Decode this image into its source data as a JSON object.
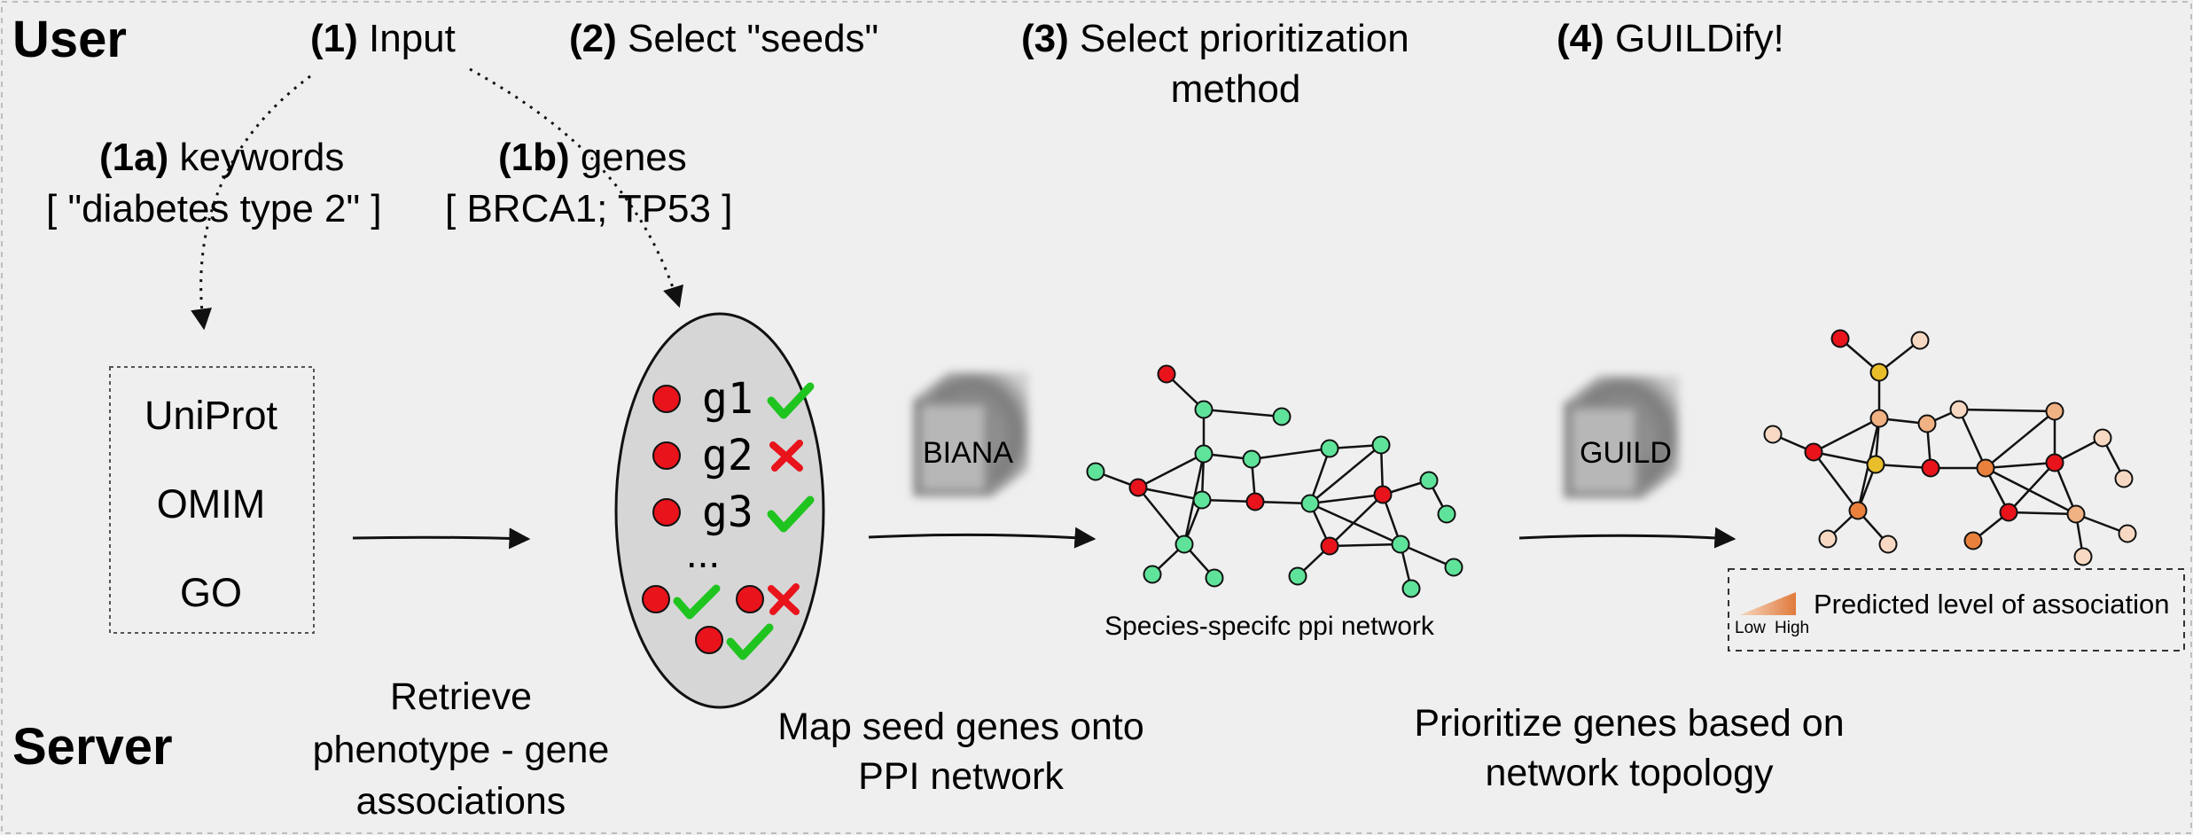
{
  "lanes": {
    "user": "User",
    "server": "Server"
  },
  "steps": {
    "s1": {
      "num": "(1)",
      "text": "Input"
    },
    "s2": {
      "num": "(2)",
      "text": "Select \"seeds\""
    },
    "s3": {
      "num": "(3)",
      "text": "Select prioritization",
      "text2": "method"
    },
    "s4": {
      "num": "(4)",
      "text": "GUILDify!"
    }
  },
  "inputs": {
    "keywords": {
      "num": "(1a)",
      "text": "keywords",
      "open": "[ ",
      "value": "\"diabetes type 2\"",
      "close": " ]"
    },
    "genes": {
      "num": "(1b)",
      "text": "genes",
      "value": "[ BRCA1; TP53 ]"
    }
  },
  "databases": [
    "UniProt",
    "OMIM",
    "GO"
  ],
  "seeds": {
    "genes": [
      {
        "label": "g1",
        "selected": true
      },
      {
        "label": "g2",
        "selected": false
      },
      {
        "label": "g3",
        "selected": true
      }
    ],
    "ellipsis": "..."
  },
  "tools": {
    "biana": "BIANA",
    "guild": "GUILD"
  },
  "network_label": "Species-specifc ppi network",
  "legend": {
    "title": "Predicted level of association",
    "low": "Low",
    "high": "High"
  },
  "server_steps": {
    "retrieve": [
      "Retrieve",
      "phenotype - gene",
      "associations"
    ],
    "map": [
      "Map seed genes onto",
      "PPI network"
    ],
    "prioritize": [
      "Prioritize genes based on",
      "network topology"
    ]
  },
  "colors": {
    "seed": "#e8131b",
    "node": "#5fe39a",
    "check": "#1fc41f",
    "cross": "#e8131b",
    "level_low": "#f7d9c3",
    "level_mid": "#f0b183",
    "level_high": "#e9813c",
    "level_yellow": "#e8be2b"
  }
}
